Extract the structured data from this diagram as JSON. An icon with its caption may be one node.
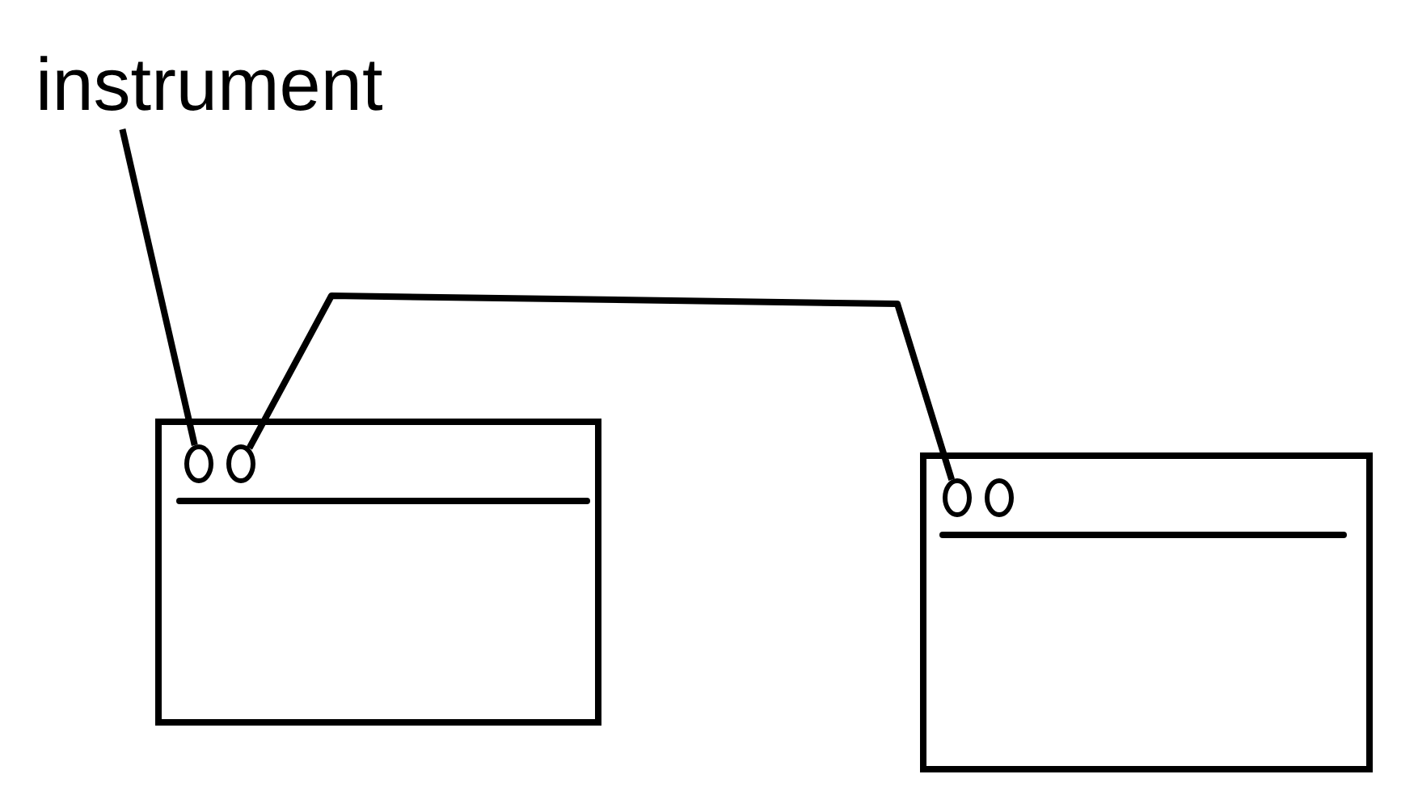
{
  "diagram": {
    "nodes": [
      {
        "text": [
          "instrument"
        ]
      },
      {
        "text": [],
        "shape": "box"
      },
      {
        "text": [],
        "shape": "circle",
        "in": 1
      },
      {
        "text": [],
        "shape": "circle",
        "in": 1
      },
      {
        "text": [],
        "shape": "box"
      },
      {
        "text": [],
        "shape": "circle",
        "in": 4
      },
      {
        "text": [],
        "shape": "circle",
        "in": 4
      }
    ],
    "edges": [
      {
        "from": 0,
        "to": 2,
        "arrow": "none"
      },
      {
        "from": 3,
        "to": 5,
        "arrow": "none"
      }
    ]
  }
}
